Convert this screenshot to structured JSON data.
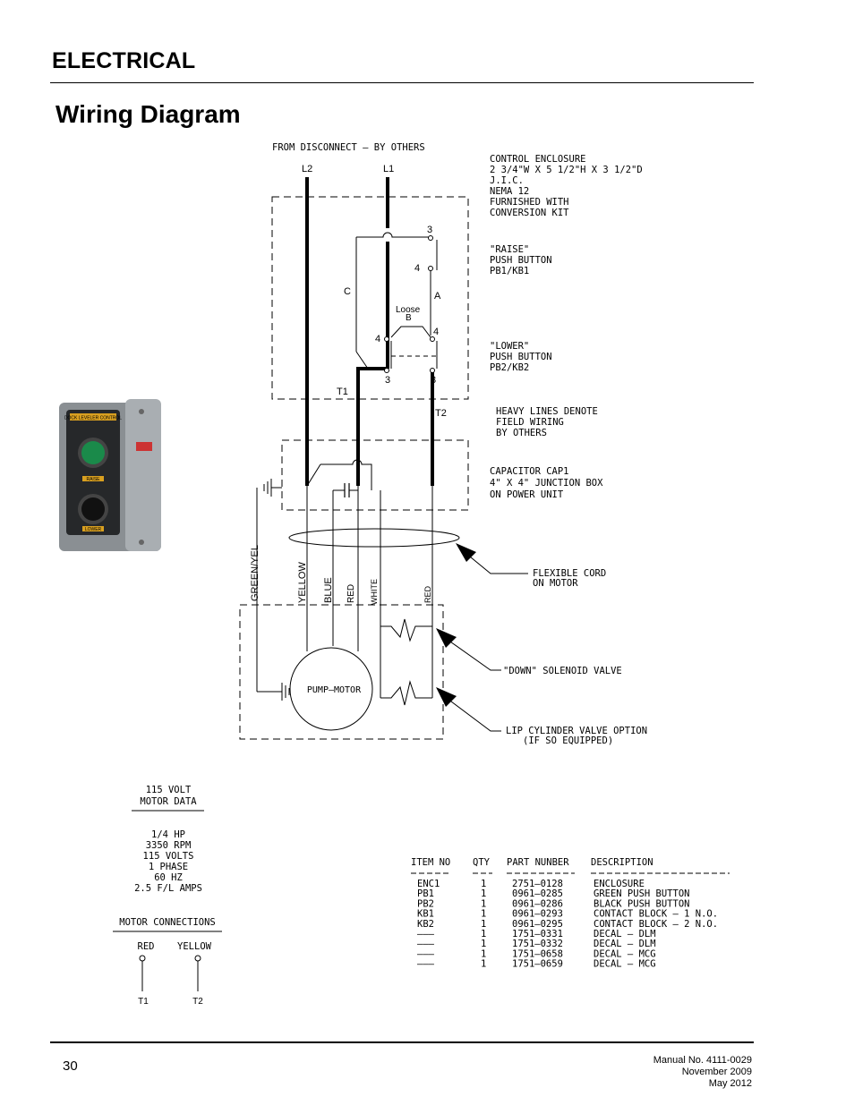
{
  "header": {
    "section": "ELECTRICAL",
    "title": "Wiring Diagram"
  },
  "diagram": {
    "source_label": "FROM DISCONNECT — BY OTHERS",
    "line_l2": "L2",
    "line_l1": "L1",
    "enclosure_note": [
      "CONTROL ENCLOSURE",
      "2 3/4\"W X 5 1/2\"H X 3 1/2\"D",
      "J.I.C.",
      "NEMA 12",
      "FURNISHED WITH",
      "CONVERSION KIT"
    ],
    "raise_note": [
      "\"RAISE\"",
      "PUSH BUTTON",
      "PB1/KB1"
    ],
    "lower_note": [
      "\"LOWER\"",
      "PUSH BUTTON",
      "PB2/KB2"
    ],
    "heavy_note": [
      "HEAVY LINES DENOTE",
      "FIELD WIRING",
      "BY OTHERS"
    ],
    "capacitor_note": [
      "CAPACITOR CAP1",
      "4\" X 4\" JUNCTION BOX",
      "ON POWER UNIT"
    ],
    "cord_note": [
      "FLEXIBLE CORD",
      "ON MOTOR"
    ],
    "solenoid_note": "\"DOWN\" SOLENOID VALVE",
    "lip_note": [
      "LIP CYLINDER VALVE OPTION",
      "(IF SO EQUIPPED)"
    ],
    "terminals": {
      "t1": "T1",
      "t2": "T2",
      "c": "C",
      "a": "A",
      "loose": "Loose",
      "b": "B",
      "n3": "3",
      "n4": "4"
    },
    "wires": [
      "GREEN/YEL",
      "YELLOW",
      "BLUE",
      "RED",
      "WHITE",
      "RED"
    ],
    "pump_motor": "PUMP—MOTOR"
  },
  "photo": {
    "top_label": "DOCK LEVELER CONTROL",
    "raise": "RAISE",
    "lower": "LOWER",
    "colors": {
      "housing": "#8a8f93",
      "face": "#26282a",
      "green_button": "#1a8a4a",
      "black_button": "#111111",
      "label": "#d9a020"
    }
  },
  "motor_data": {
    "title": [
      "115 VOLT",
      "MOTOR DATA"
    ],
    "specs": [
      "1/4 HP",
      "3350 RPM",
      "115 VOLTS",
      "1 PHASE",
      "60 HZ",
      "2.5 F/L AMPS"
    ]
  },
  "connections": {
    "title": "MOTOR CONNECTIONS",
    "left_color": "RED",
    "right_color": "YELLOW",
    "left_terminal": "T1",
    "right_terminal": "T2"
  },
  "parts": {
    "headers": [
      "ITEM NO",
      "QTY",
      "PART NUNBER",
      "DESCRIPTION"
    ],
    "rows": [
      [
        "ENC1",
        "1",
        "2751—0128",
        "ENCLOSURE"
      ],
      [
        "PB1",
        "1",
        "0961—0285",
        "GREEN PUSH BUTTON"
      ],
      [
        "PB2",
        "1",
        "0961—0286",
        "BLACK PUSH BUTTON"
      ],
      [
        "KB1",
        "1",
        "0961—0293",
        "CONTACT BLOCK — 1 N.O."
      ],
      [
        "KB2",
        "1",
        "0961—0295",
        "CONTACT BLOCK — 2 N.O."
      ],
      [
        "———",
        "1",
        "1751—0331",
        "DECAL — DLM"
      ],
      [
        "———",
        "1",
        "1751—0332",
        "DECAL — DLM"
      ],
      [
        "———",
        "1",
        "1751—0658",
        "DECAL — MCG"
      ],
      [
        "———",
        "1",
        "1751—0659",
        "DECAL — MCG"
      ]
    ]
  },
  "footer": {
    "page": "30",
    "manual": "Manual No. 4111-0029",
    "date1": "November 2009",
    "date2": "May 2012"
  }
}
